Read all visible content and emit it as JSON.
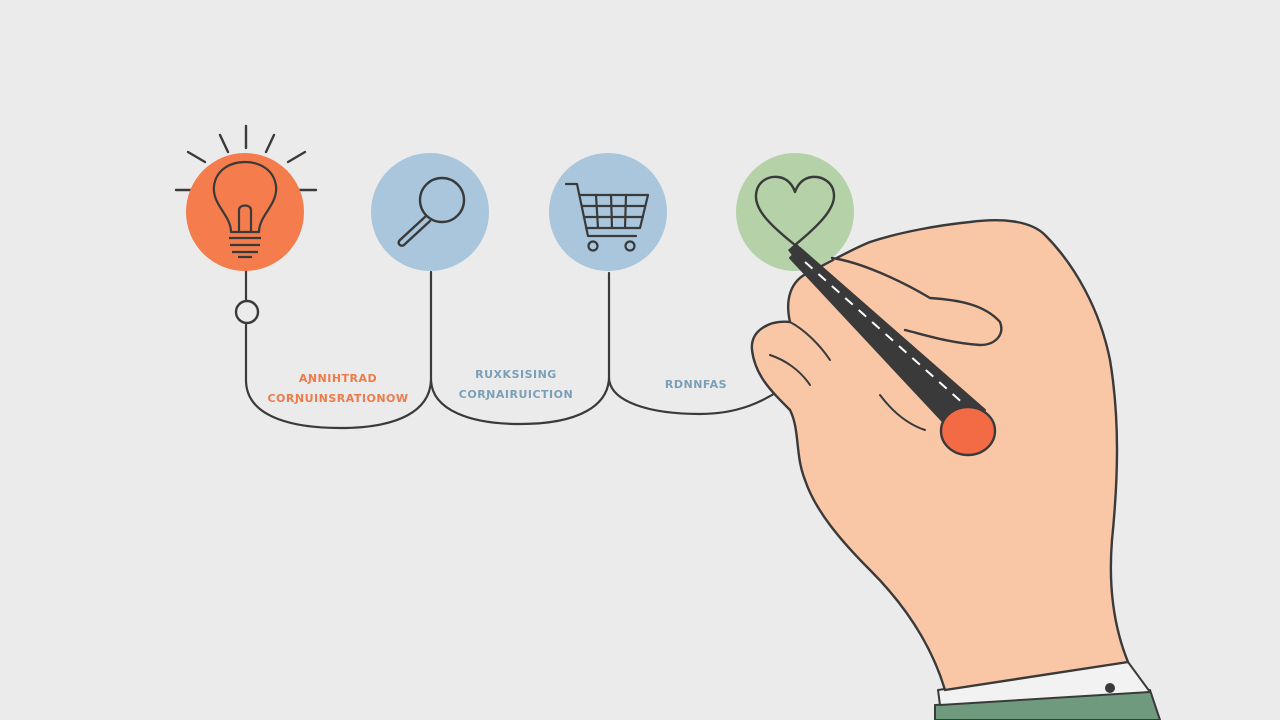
{
  "colors": {
    "background": "#ebebeb",
    "line": "#3a3a3a",
    "idea_fill": "#f47c4d",
    "research_fill": "#a9c6dc",
    "purchase_fill": "#a9c6dc",
    "loyalty_fill": "#b4d1a8",
    "orange_text": "#ef7a4a",
    "blue_text": "#7c9fb8",
    "skin": "#f9c6a6",
    "marker_body": "#3a3a3a",
    "marker_tip": "#f26b45",
    "sleeve": "#6f9a7e",
    "cuff": "#f2f2f2"
  },
  "stages": [
    {
      "icon": "lightbulb-icon"
    },
    {
      "icon": "magnifier-icon"
    },
    {
      "icon": "shopping-cart-icon"
    },
    {
      "icon": "heart-icon"
    }
  ],
  "labels": {
    "stage1_line1": "AƝNIHTRAD",
    "stage1_line2": "CORƝUINSRATIONOW",
    "stage2_line1": "RUXKSISING",
    "stage2_line2": "CORƝAIRUICTION",
    "stage3_line1": "RDNNFAS"
  }
}
